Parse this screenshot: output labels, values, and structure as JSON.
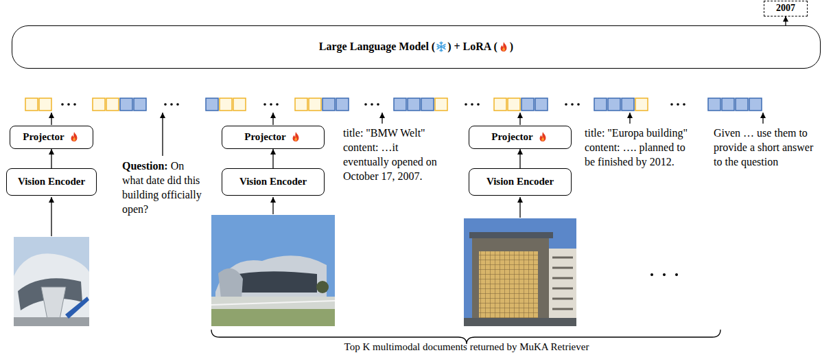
{
  "diagram": {
    "nodes": [
      {
        "text": [
          "2007"
        ]
      },
      {
        "text": [
          "Large Language Model (",
          ") + LoRA (",
          ")"
        ]
      },
      {
        "text": [
          "Projector"
        ]
      },
      {
        "text": [
          "Vision Encoder"
        ]
      },
      {
        "text": [
          "Projector"
        ]
      },
      {
        "text": [
          "Vision Encoder"
        ]
      },
      {
        "text": [
          "Projector"
        ]
      },
      {
        "text": [
          "Vision Encoder"
        ]
      }
    ],
    "edges": [
      {
        "from": 1,
        "to": 0,
        "arrow": "to"
      },
      {
        "from": 3,
        "to": 2,
        "arrow": "to"
      },
      {
        "from": 5,
        "to": 4,
        "arrow": "to"
      },
      {
        "from": 7,
        "to": 6,
        "arrow": "to"
      }
    ],
    "labels": [
      "Question:",
      "On what date did this building officially open?",
      "title: \"BMW Welt\" content: …it eventually opened on October 17, 2007.",
      "title: \"Europa building\" content: …. planned to be finished by 2012.",
      "Given … use them to provide a short answer to the question",
      "Top K multimodal documents returned by MuKA Retriever"
    ]
  }
}
